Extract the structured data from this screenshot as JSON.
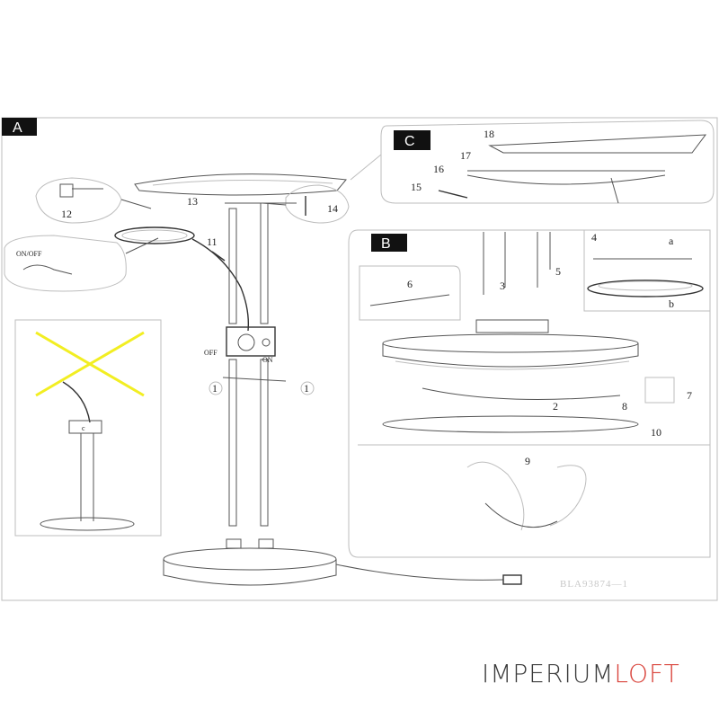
{
  "sections": {
    "a": "A",
    "b": "B",
    "c": "C"
  },
  "parts": {
    "p1_left": "1",
    "p1_right": "1",
    "p2": "2",
    "p3": "3",
    "p4": "4",
    "p5": "5",
    "p6": "6",
    "p7": "7",
    "p8": "8",
    "p9": "9",
    "p10": "10",
    "p11": "11",
    "p12": "12",
    "p13": "13",
    "p14": "14",
    "p15": "15",
    "p16": "16",
    "p17": "17",
    "p18": "18",
    "a": "a",
    "b": "b"
  },
  "switch_labels": {
    "on_off": "ON/OFF",
    "off": "OFF",
    "on": "ON"
  },
  "product_code": "BLA93874—1",
  "brand": {
    "part1": "IMPERIUM",
    "part2": "LOFT",
    "color1": "#3a3a3a",
    "color2": "#d9433b"
  },
  "colors": {
    "cross": "#f2ee22",
    "section_bg": "#111111"
  }
}
